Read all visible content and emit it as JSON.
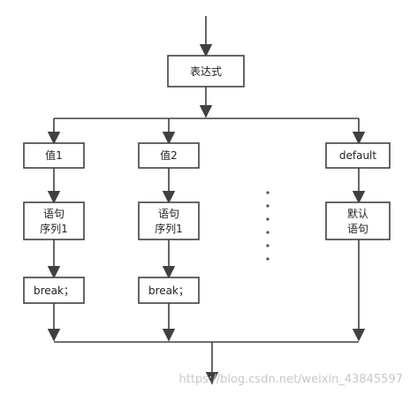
{
  "diagram": {
    "nodes": {
      "expression": "表达式",
      "case1_value": "值1",
      "case2_value": "值2",
      "default_value": "default",
      "case1_statements": [
        "语句",
        "序列1"
      ],
      "case2_statements": [
        "语句",
        "序列1"
      ],
      "default_statements": [
        "默认",
        "语句"
      ],
      "case1_break": "break；",
      "case2_break": "break；"
    },
    "ellipsis": "⋮",
    "watermark": "https://blog.csdn.net/weixin_43845597"
  },
  "colors": {
    "line": "#404040",
    "box_fill": "#ffffff",
    "watermark": "#c8c8c8"
  }
}
